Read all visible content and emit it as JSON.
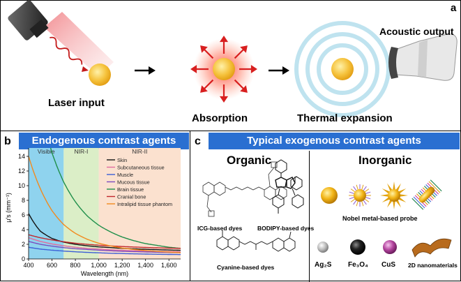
{
  "panel_a": {
    "letter": "a",
    "laser_input": "Laser input",
    "absorption": "Absorption",
    "thermal_expansion": "Thermal expansion",
    "acoustic_output": "Acoustic output"
  },
  "panel_b": {
    "letter": "b",
    "banner": "Endogenous contrast agents"
  },
  "panel_c": {
    "letter": "c",
    "banner": "Typical exogenous contrast agents",
    "organic_title": "Organic",
    "inorganic_title": "Inorganic",
    "icg_label": "ICG-based dyes",
    "bodipy_label": "BODIPY-based dyes",
    "cyanine_label": "Cyanine-based  dyes",
    "noble_label": "Nobel metal-based probe",
    "ag2s_label": "Ag₂S",
    "fe3o4_label": "Fe₃O₄",
    "cus_label": "CuS",
    "nano2d_label": "2D nanomaterials"
  },
  "colors": {
    "banner": "#2a6fd1",
    "sphere": "#f5c23c",
    "laser": "#e0353a",
    "visible_band": "#8fd3ee",
    "nir1_band": "#dbeec7",
    "nir2_band": "#fbe1cf"
  },
  "chart_data": {
    "type": "line",
    "title": "",
    "xlabel": "Wavelength (nm)",
    "ylabel": "μ′s (mm⁻¹)",
    "xlim": [
      400,
      1700
    ],
    "ylim": [
      0,
      14
    ],
    "x_ticks": [
      "400",
      "600",
      "800",
      "1,000",
      "1,200",
      "1,400",
      "1,600"
    ],
    "y_ticks": [
      "0",
      "2",
      "4",
      "6",
      "8",
      "10",
      "12",
      "14"
    ],
    "regions": [
      {
        "label": "Visible",
        "from": 400,
        "to": 700
      },
      {
        "label": "NIR-I",
        "from": 700,
        "to": 1000
      },
      {
        "label": "NIR-II",
        "from": 1000,
        "to": 1700
      }
    ],
    "x": [
      400,
      500,
      600,
      700,
      800,
      900,
      1000,
      1100,
      1200,
      1300,
      1400,
      1500,
      1600,
      1700
    ],
    "series": [
      {
        "name": "Skin",
        "color": "#111111",
        "values": [
          6.2,
          3.8,
          2.8,
          2.3,
          2.0,
          1.8,
          1.65,
          1.55,
          1.45,
          1.38,
          1.32,
          1.27,
          1.22,
          1.18
        ]
      },
      {
        "name": "Subcutaneous tissue",
        "color": "#e06c9f",
        "values": [
          2.9,
          2.4,
          2.05,
          1.8,
          1.6,
          1.45,
          1.35,
          1.25,
          1.18,
          1.12,
          1.07,
          1.03,
          1.0,
          0.97
        ]
      },
      {
        "name": "Muscle",
        "color": "#3c5fd6",
        "values": [
          1.6,
          1.35,
          1.2,
          1.08,
          0.98,
          0.9,
          0.84,
          0.78,
          0.74,
          0.7,
          0.67,
          0.64,
          0.62,
          0.6
        ]
      },
      {
        "name": "Mucous tissue",
        "color": "#7b4bbf",
        "values": [
          2.4,
          2.0,
          1.75,
          1.55,
          1.4,
          1.3,
          1.2,
          1.12,
          1.05,
          1.0,
          0.96,
          0.92,
          0.89,
          0.86
        ]
      },
      {
        "name": "Brain tissue",
        "color": "#1f8f4a",
        "values": [
          30.0,
          21.0,
          14.5,
          10.5,
          7.8,
          5.9,
          4.6,
          3.7,
          3.0,
          2.5,
          2.1,
          1.85,
          1.6,
          1.45
        ]
      },
      {
        "name": "Cranial bone",
        "color": "#c1272d",
        "values": [
          3.3,
          2.9,
          2.6,
          2.35,
          2.15,
          2.0,
          1.88,
          1.78,
          1.7,
          1.63,
          1.57,
          1.52,
          1.48,
          1.44
        ]
      },
      {
        "name": "Intralipid tissue phantom",
        "color": "#f28a1e",
        "values": [
          14.0,
          9.6,
          6.6,
          4.7,
          3.5,
          2.7,
          2.15,
          1.78,
          1.5,
          1.3,
          1.15,
          1.03,
          0.94,
          0.86
        ]
      }
    ]
  }
}
